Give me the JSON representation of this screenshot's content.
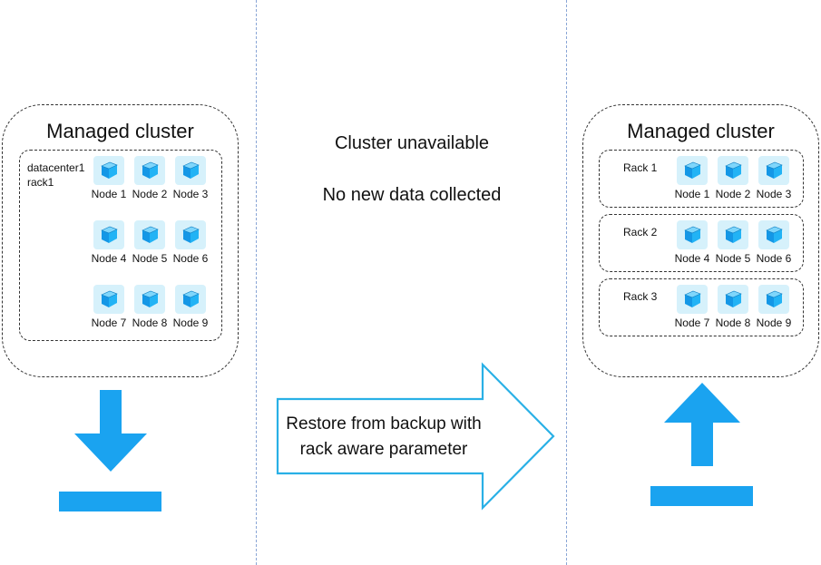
{
  "left_cluster": {
    "title": "Managed cluster",
    "group_label_line1": "datacenter1",
    "group_label_line2": "rack1",
    "nodes": [
      "Node 1",
      "Node 2",
      "Node 3",
      "Node 4",
      "Node 5",
      "Node 6",
      "Node 7",
      "Node 8",
      "Node 9"
    ]
  },
  "middle": {
    "status_line1": "Cluster unavailable",
    "status_line2": "No new data collected",
    "arrow_text_line1": "Restore from backup with",
    "arrow_text_line2": "rack aware parameter"
  },
  "right_cluster": {
    "title": "Managed cluster",
    "racks": [
      {
        "label": "Rack 1",
        "nodes": [
          "Node 1",
          "Node 2",
          "Node 3"
        ]
      },
      {
        "label": "Rack 2",
        "nodes": [
          "Node 4",
          "Node 5",
          "Node 6"
        ]
      },
      {
        "label": "Rack 3",
        "nodes": [
          "Node 7",
          "Node 8",
          "Node 9"
        ]
      }
    ]
  },
  "icons": {
    "node": "cube-icon",
    "download": "download-arrow-icon",
    "upload": "upload-arrow-icon"
  },
  "colors": {
    "accent_blue": "#1aa3f0",
    "node_bg": "#d6f1fb",
    "arrow_outline": "#29b0e6"
  }
}
